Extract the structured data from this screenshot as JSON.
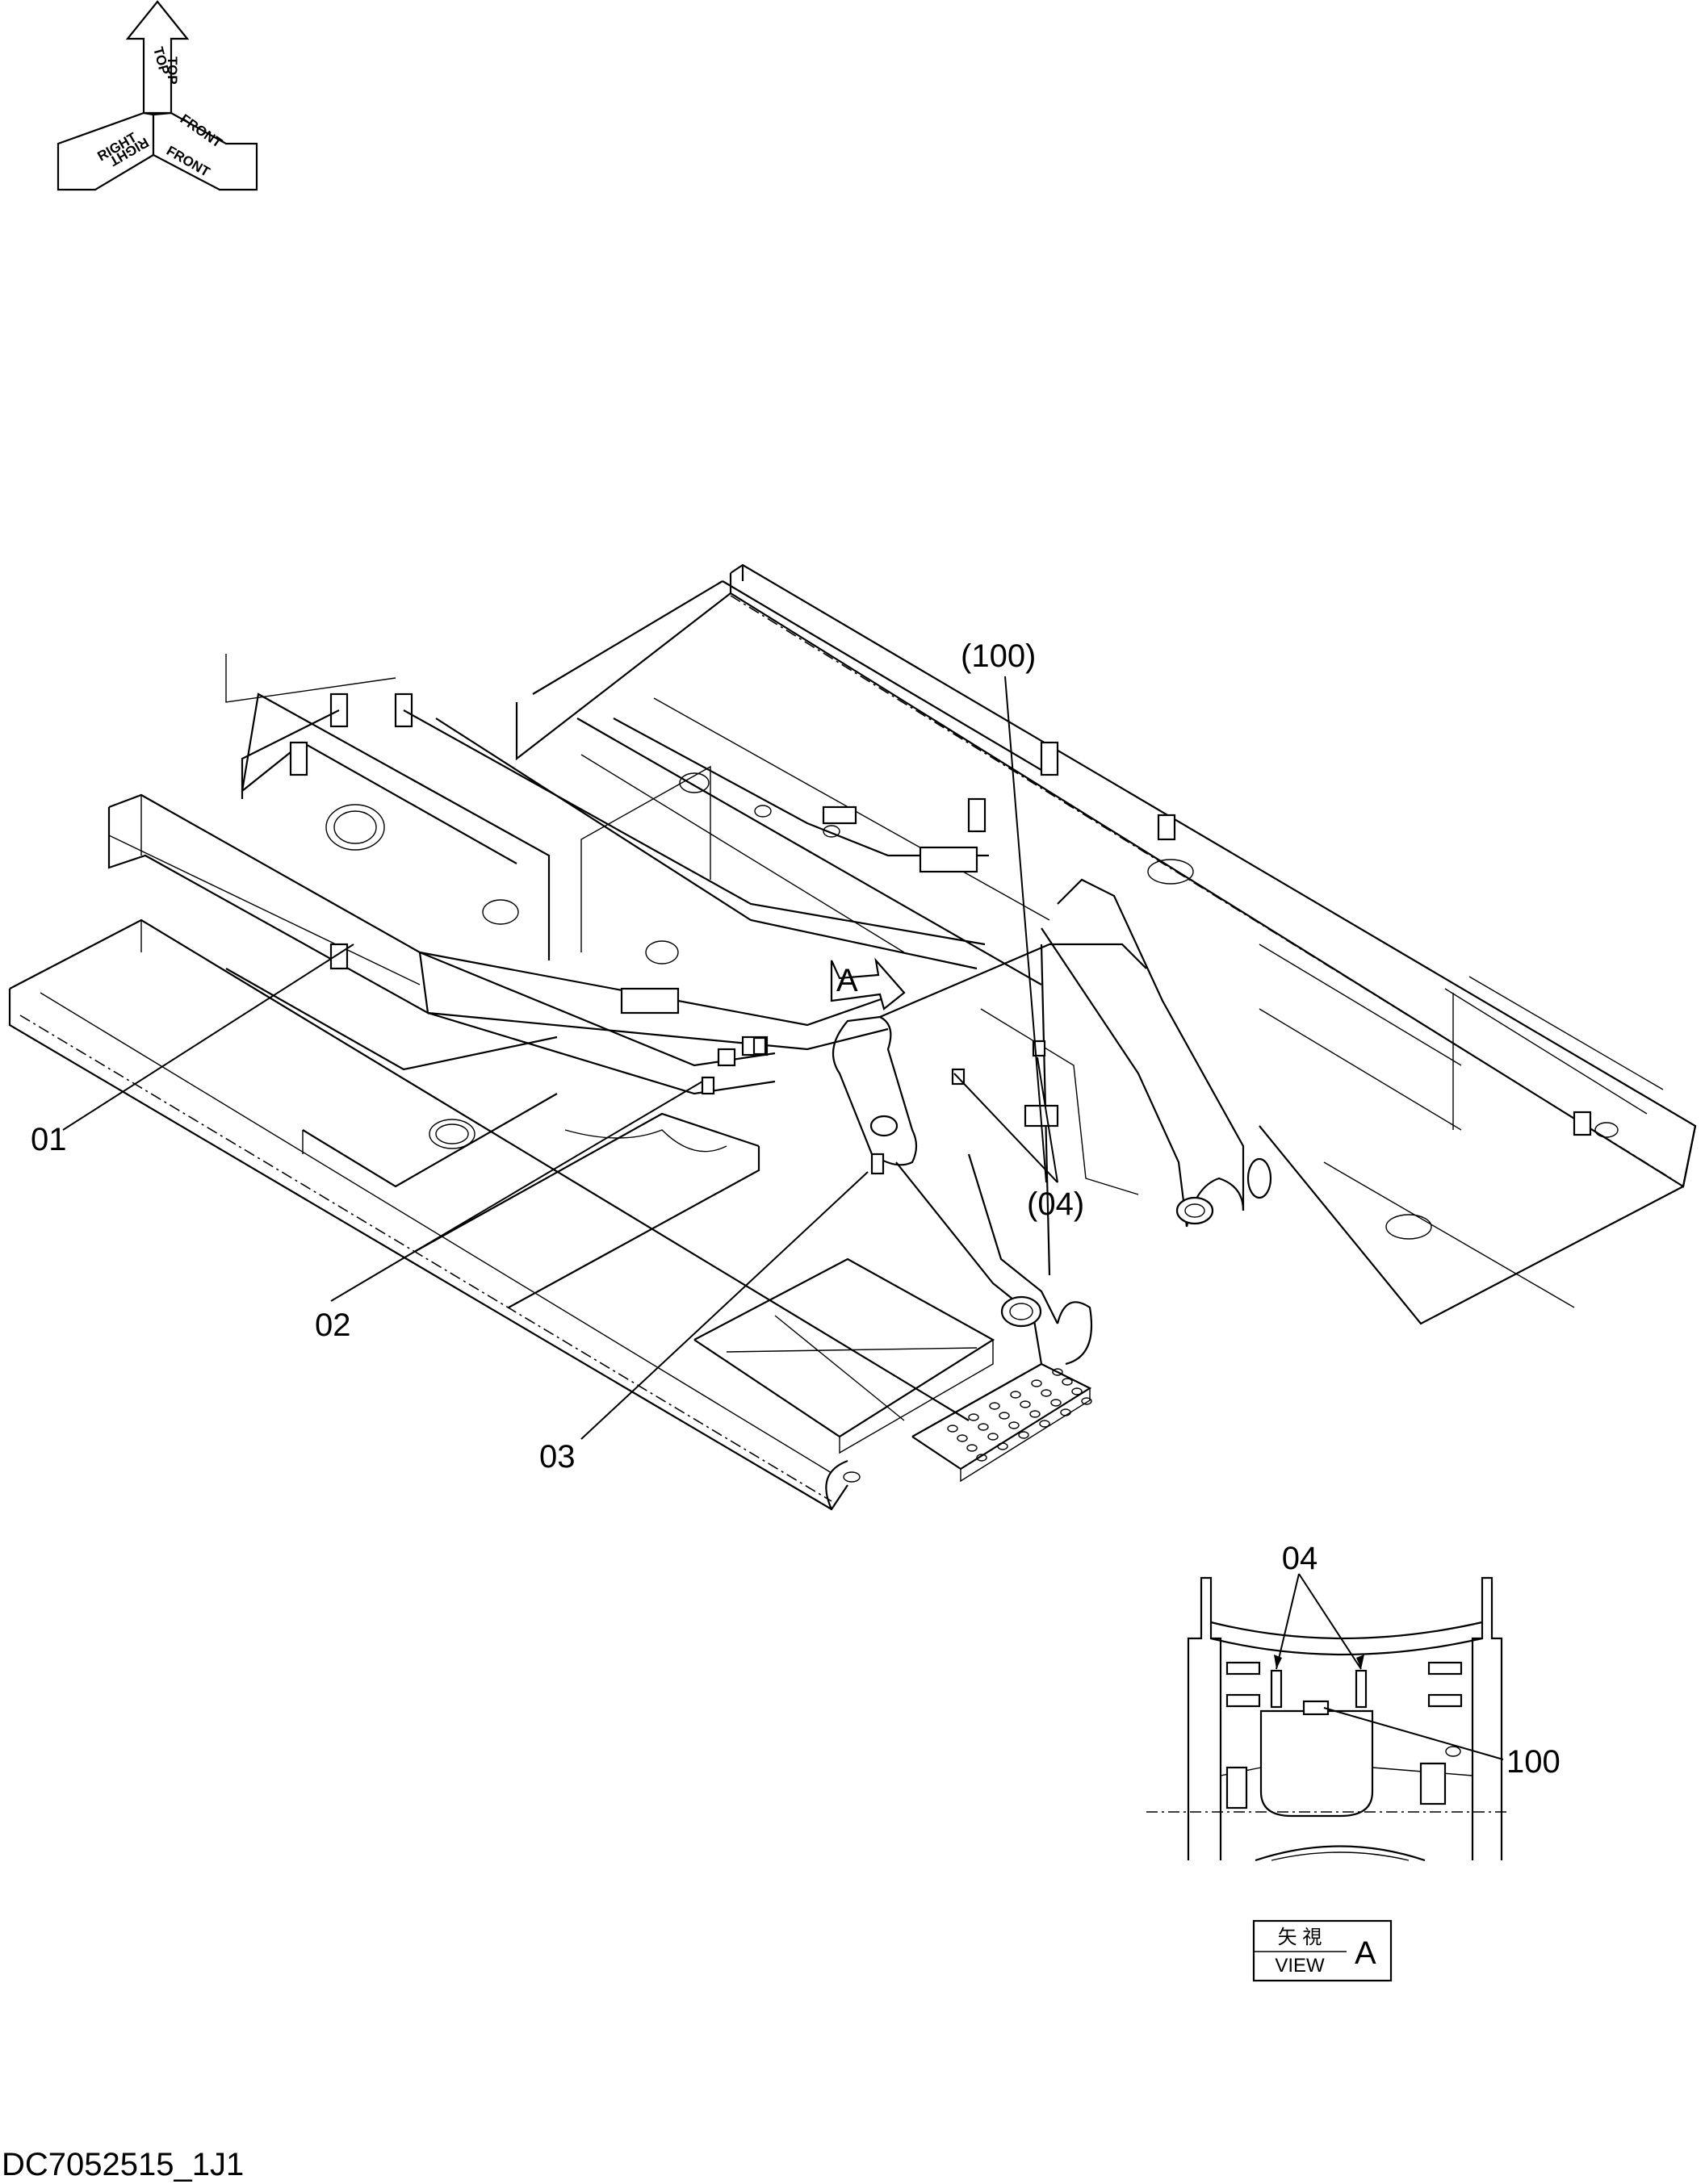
{
  "orientation": {
    "top": "TOP",
    "right": "RIGHT",
    "front": "FRONT"
  },
  "callouts": {
    "c01": "01",
    "c02": "02",
    "c03": "03",
    "c04_paren": "(04)",
    "c100_paren": "(100)",
    "view_marker": "A",
    "detail_04": "04",
    "detail_100": "100"
  },
  "view_label": {
    "kanji": "矢 視",
    "view": "VIEW",
    "letter": "A"
  },
  "document_id": "DC7052515_1J1"
}
